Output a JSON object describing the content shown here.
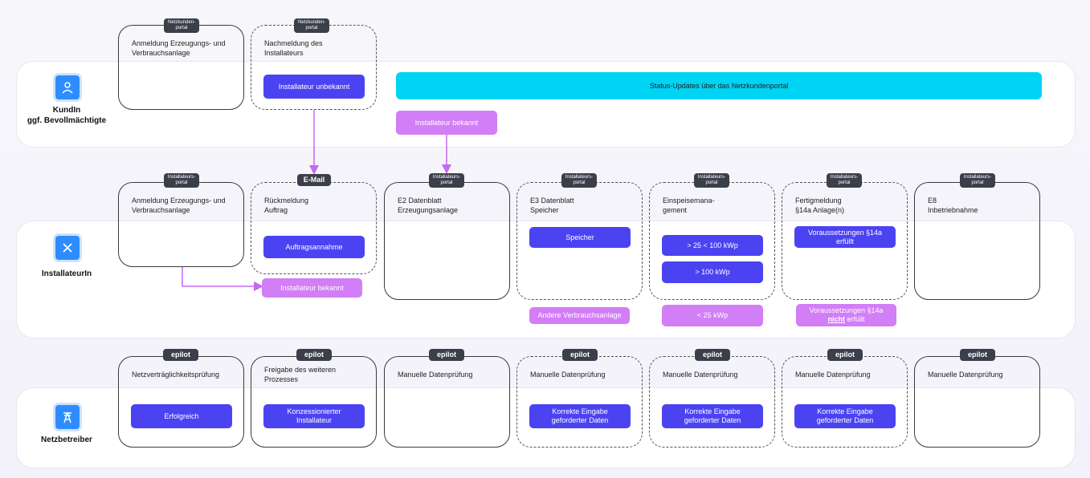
{
  "lanes": {
    "kundin": {
      "label": "KundIn\nggf. Bevollmächtigte",
      "icon": "person-icon"
    },
    "installateur": {
      "label": "InstallateurIn",
      "icon": "tools-icon"
    },
    "netzbetreiber": {
      "label": "Netzbetreiber",
      "icon": "power-tower-icon"
    }
  },
  "kundin_row": {
    "card1": {
      "tag": "Netzkunden-\nportal",
      "title": "Anmeldung Erzeugungs- und\nVerbrauchsanlage"
    },
    "card2": {
      "tag": "Netzkunden-\nportal",
      "title": "Nachmeldung des\nInstallateurs",
      "button": "Installateur unbekannt"
    },
    "status_bar": "Status-Updates über das Netzkundenportal",
    "bekannt_button": "Installateur bekannt"
  },
  "installateur_row": {
    "card1": {
      "tag": "Installateurs-\nportal",
      "title": "Anmeldung Erzeugungs- und\nVerbrauchsanlage"
    },
    "card2": {
      "tag": "E-Mail",
      "title": "Rückmeldung\nAuftrag",
      "button": "Auftragsannahme"
    },
    "bekannt_button": "Installateur bekannt",
    "card3": {
      "tag": "Installateurs-\nportal",
      "title": "E2 Datenblatt\nErzeugungsanlage"
    },
    "card4": {
      "tag": "Installateurs-\nportal",
      "title": "E3 Datenblatt\nSpeicher",
      "button": "Speicher",
      "below": "Andere Verbrauchsanlage"
    },
    "card5": {
      "tag": "Installateurs-\nportal",
      "title": "Einspeisemana-\ngement",
      "button1": "> 25 < 100 kWp",
      "button2": "> 100 kWp",
      "below": "< 25 kWp"
    },
    "card6": {
      "tag": "Installateurs-\nportal",
      "title": "Fertigmeldung\n§14a Anlage(n)",
      "button": "Voraussetzungen §14a\nerfüllt",
      "below_line1": "Voraussetzungen §14a",
      "below_nicht": "nicht",
      "below_rest": " erfüllt"
    },
    "card7": {
      "tag": "Installateurs-\nportal",
      "title": "E8\nInbetriebnahme"
    }
  },
  "netz_row": {
    "card1": {
      "tag": "epilot",
      "title": "Netzverträglichkeitsprüfung",
      "button": "Erfolgreich"
    },
    "card2": {
      "tag": "epilot",
      "title": "Freigabe des weiteren\nProzesses",
      "button": "Konzessionierter\nInstallateur"
    },
    "card3": {
      "tag": "epilot",
      "title": "Manuelle Datenprüfung"
    },
    "card4": {
      "tag": "epilot",
      "title": "Manuelle Datenprüfung",
      "button": "Korrekte Eingabe\ngeforderter Daten"
    },
    "card5": {
      "tag": "epilot",
      "title": "Manuelle Datenprüfung",
      "button": "Korrekte Eingabe\ngeforderter Daten"
    },
    "card6": {
      "tag": "epilot",
      "title": "Manuelle Datenprüfung",
      "button": "Korrekte Eingabe\ngeforderter Daten"
    },
    "card7": {
      "tag": "epilot",
      "title": "Manuelle Datenprüfung"
    }
  },
  "colors": {
    "primary_button": "#4b43f2",
    "secondary_button": "#d27ef6",
    "status_bar": "#00d4f5",
    "arrow": "#c46af0"
  }
}
